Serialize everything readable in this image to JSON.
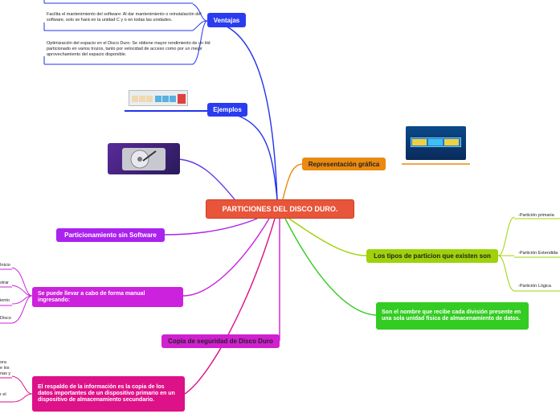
{
  "center": {
    "title": "PARTICIONES DEL DISCO DURO."
  },
  "branches": {
    "ventajas": {
      "label": "Ventajas",
      "notes": [
        "Facilita el mantenimiento del software: Al dar mantenimiento o reinstalación del software, solo se hará en la unidad C y o en todas las unidades.",
        "Optimización del espacio en el Disco Duro: Se obtiene mayor rendimiento de un Hd particionado en varios trozos, tanto por velocidad de acceso como por un mejor aprovechamiento del espacio disponible."
      ]
    },
    "ejemplos": {
      "label": "Ejemplos"
    },
    "representacion": {
      "label": "Representación gráfica"
    },
    "tipos": {
      "label": "Los tipos de particion que existen son",
      "items": [
        "-Partición primaria",
        "-Partición Extendida",
        "-Partición Lógica"
      ]
    },
    "nombre": {
      "label": "Son el nombre que recibe cada división presente en una sola unidad física de almacenamiento de datos."
    },
    "software": {
      "label": "Particionamiento sin Software"
    },
    "manual": {
      "label": "Se puede llevar a cabo de forma manual ingresando:",
      "fragments": [
        "Inicio",
        "strar",
        "iento",
        "Disco"
      ]
    },
    "copia": {
      "label": "Copia de seguridad de Disco Duro"
    },
    "respaldo": {
      "label": "El respaldo de la información es la copia de los datos importantes de un dispositivo primario en un dispositivo de almacenamiento secundario.",
      "fragments": [
        "ora",
        "e los",
        "nas y",
        "r el"
      ]
    }
  },
  "colors": {
    "center": "#e8553a",
    "blue": "#2233ee",
    "orange": "#ea8a10",
    "yellowgreen": "#9fd20a",
    "green": "#33cc22",
    "purple": "#aa22ee",
    "magenta": "#d020d0",
    "pink": "#dd1188"
  }
}
